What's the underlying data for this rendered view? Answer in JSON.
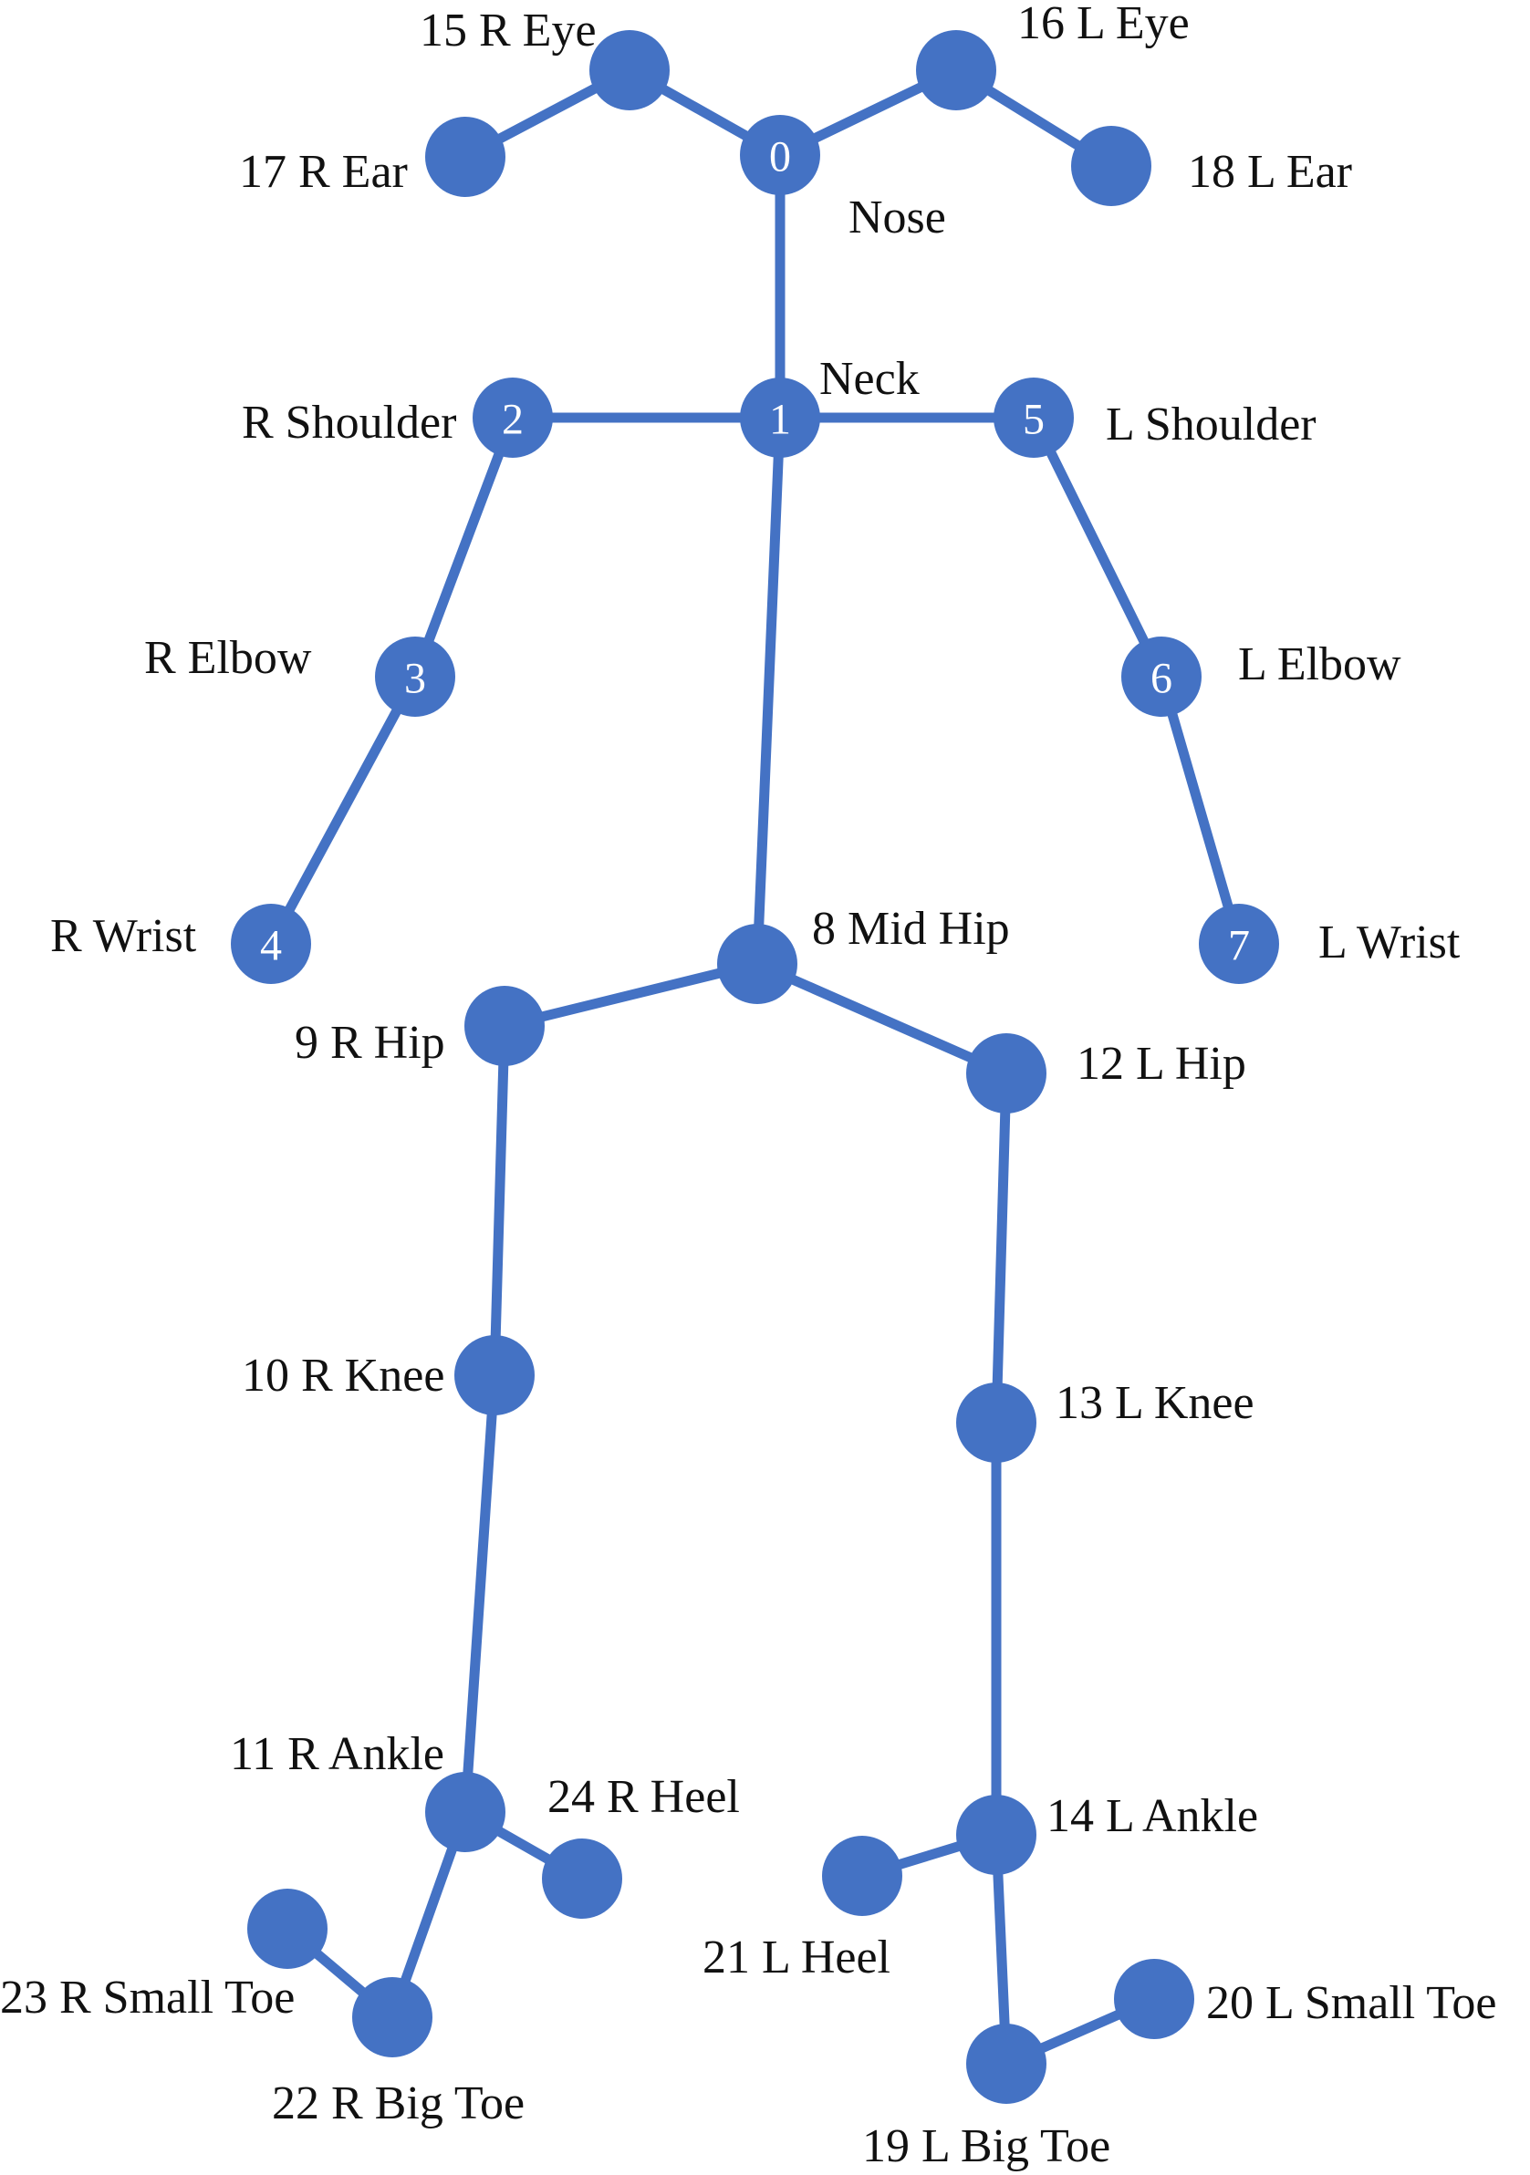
{
  "keypoints": [
    {
      "id": "0",
      "number": "0",
      "label": "Nose"
    },
    {
      "id": "1",
      "number": "1",
      "label": "Neck"
    },
    {
      "id": "2",
      "number": "2",
      "label": "R Shoulder"
    },
    {
      "id": "3",
      "number": "3",
      "label": "R Elbow"
    },
    {
      "id": "4",
      "number": "4",
      "label": "R Wrist"
    },
    {
      "id": "5",
      "number": "5",
      "label": "L Shoulder"
    },
    {
      "id": "6",
      "number": "6",
      "label": "L Elbow"
    },
    {
      "id": "7",
      "number": "7",
      "label": "L Wrist"
    },
    {
      "id": "8",
      "number": "",
      "label": "8 Mid Hip"
    },
    {
      "id": "9",
      "number": "",
      "label": "9 R Hip"
    },
    {
      "id": "10",
      "number": "",
      "label": "10 R Knee"
    },
    {
      "id": "11",
      "number": "",
      "label": "11 R Ankle"
    },
    {
      "id": "12",
      "number": "",
      "label": "12 L Hip"
    },
    {
      "id": "13",
      "number": "",
      "label": "13 L Knee"
    },
    {
      "id": "14",
      "number": "",
      "label": "14 L Ankle"
    },
    {
      "id": "15",
      "number": "",
      "label": "15 R Eye"
    },
    {
      "id": "16",
      "number": "",
      "label": "16 L Eye"
    },
    {
      "id": "17",
      "number": "",
      "label": "17 R Ear"
    },
    {
      "id": "18",
      "number": "",
      "label": "18 L Ear"
    },
    {
      "id": "19",
      "number": "",
      "label": "19 L Big Toe"
    },
    {
      "id": "20",
      "number": "",
      "label": "20 L Small Toe"
    },
    {
      "id": "21",
      "number": "",
      "label": "21 L Heel"
    },
    {
      "id": "22",
      "number": "",
      "label": "22 R Big Toe"
    },
    {
      "id": "23",
      "number": "",
      "label": "23 R Small Toe"
    },
    {
      "id": "24",
      "number": "",
      "label": "24 R Heel"
    }
  ],
  "connections": [
    [
      "17",
      "15"
    ],
    [
      "15",
      "0"
    ],
    [
      "0",
      "16"
    ],
    [
      "16",
      "18"
    ],
    [
      "0",
      "1"
    ],
    [
      "1",
      "2"
    ],
    [
      "2",
      "3"
    ],
    [
      "3",
      "4"
    ],
    [
      "1",
      "5"
    ],
    [
      "5",
      "6"
    ],
    [
      "6",
      "7"
    ],
    [
      "1",
      "8"
    ],
    [
      "8",
      "9"
    ],
    [
      "9",
      "10"
    ],
    [
      "10",
      "11"
    ],
    [
      "11",
      "24"
    ],
    [
      "11",
      "22"
    ],
    [
      "22",
      "23"
    ],
    [
      "8",
      "12"
    ],
    [
      "12",
      "13"
    ],
    [
      "13",
      "14"
    ],
    [
      "14",
      "21"
    ],
    [
      "14",
      "19"
    ],
    [
      "19",
      "20"
    ]
  ],
  "colors": {
    "node": "#4472c4",
    "edge": "#4472c4",
    "node_text": "#ffffff",
    "label_text": "#111111"
  }
}
